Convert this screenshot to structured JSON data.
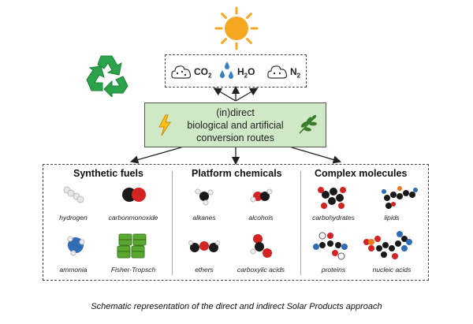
{
  "inputs": {
    "co2": {
      "main": "CO",
      "sub": "2"
    },
    "h2o": {
      "main": "H",
      "sub": "2",
      "tail": "O"
    },
    "n2": {
      "main": "N",
      "sub": "2"
    }
  },
  "routes": {
    "line1": "(in)direct",
    "line2": "biological and artificial",
    "line3": "conversion routes"
  },
  "columns": [
    {
      "title": "Synthetic fuels",
      "items": [
        "hydrogen",
        "carbonmonoxide",
        "ammonia",
        "Fisher-Tropsch"
      ]
    },
    {
      "title": "Platform chemicals",
      "items": [
        "alkanes",
        "alcohols",
        "ethers",
        "carboxylic acids"
      ]
    },
    {
      "title": "Complex molecules",
      "items": [
        "carbohydrates",
        "lipids",
        "proteins",
        "nucleic acids"
      ]
    }
  ],
  "caption": "Schematic representation of the direct and indirect Solar Products approach",
  "colors": {
    "sun": "#f7a823",
    "recycle": "#2aa34a",
    "routes_bg": "#cfe8c6",
    "water": "#3a7fc4"
  }
}
